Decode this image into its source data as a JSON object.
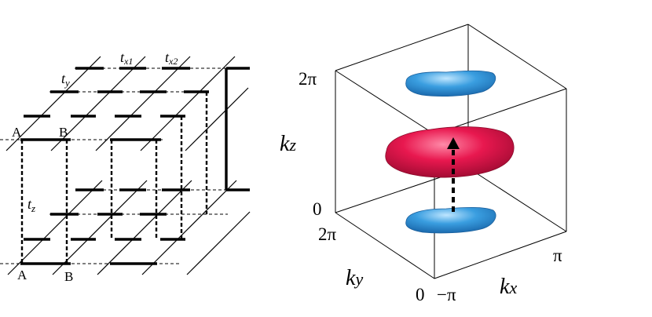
{
  "lattice": {
    "labels": {
      "a_top": "A",
      "b_top": "B",
      "a_bottom": "A",
      "b_bottom": "B",
      "ty": "t",
      "ty_sub": "y",
      "tx1": "t",
      "tx1_sub": "x1",
      "tx2": "t",
      "tx2_sub": "x2",
      "tz": "t",
      "tz_sub": "z"
    }
  },
  "brillouin": {
    "axes": {
      "kz": "k",
      "kz_sub": "z",
      "ky": "k",
      "ky_sub": "y",
      "kx": "k",
      "kx_sub": "x"
    },
    "ticks": {
      "kz_top": "2π",
      "kz_bottom": "0",
      "ky_top": "2π",
      "ky_bottom": "0",
      "kx_left": "−π",
      "kx_right": "π"
    },
    "colors": {
      "electron_pocket": "#e8184f",
      "hole_pocket": "#3a9ee0"
    }
  }
}
